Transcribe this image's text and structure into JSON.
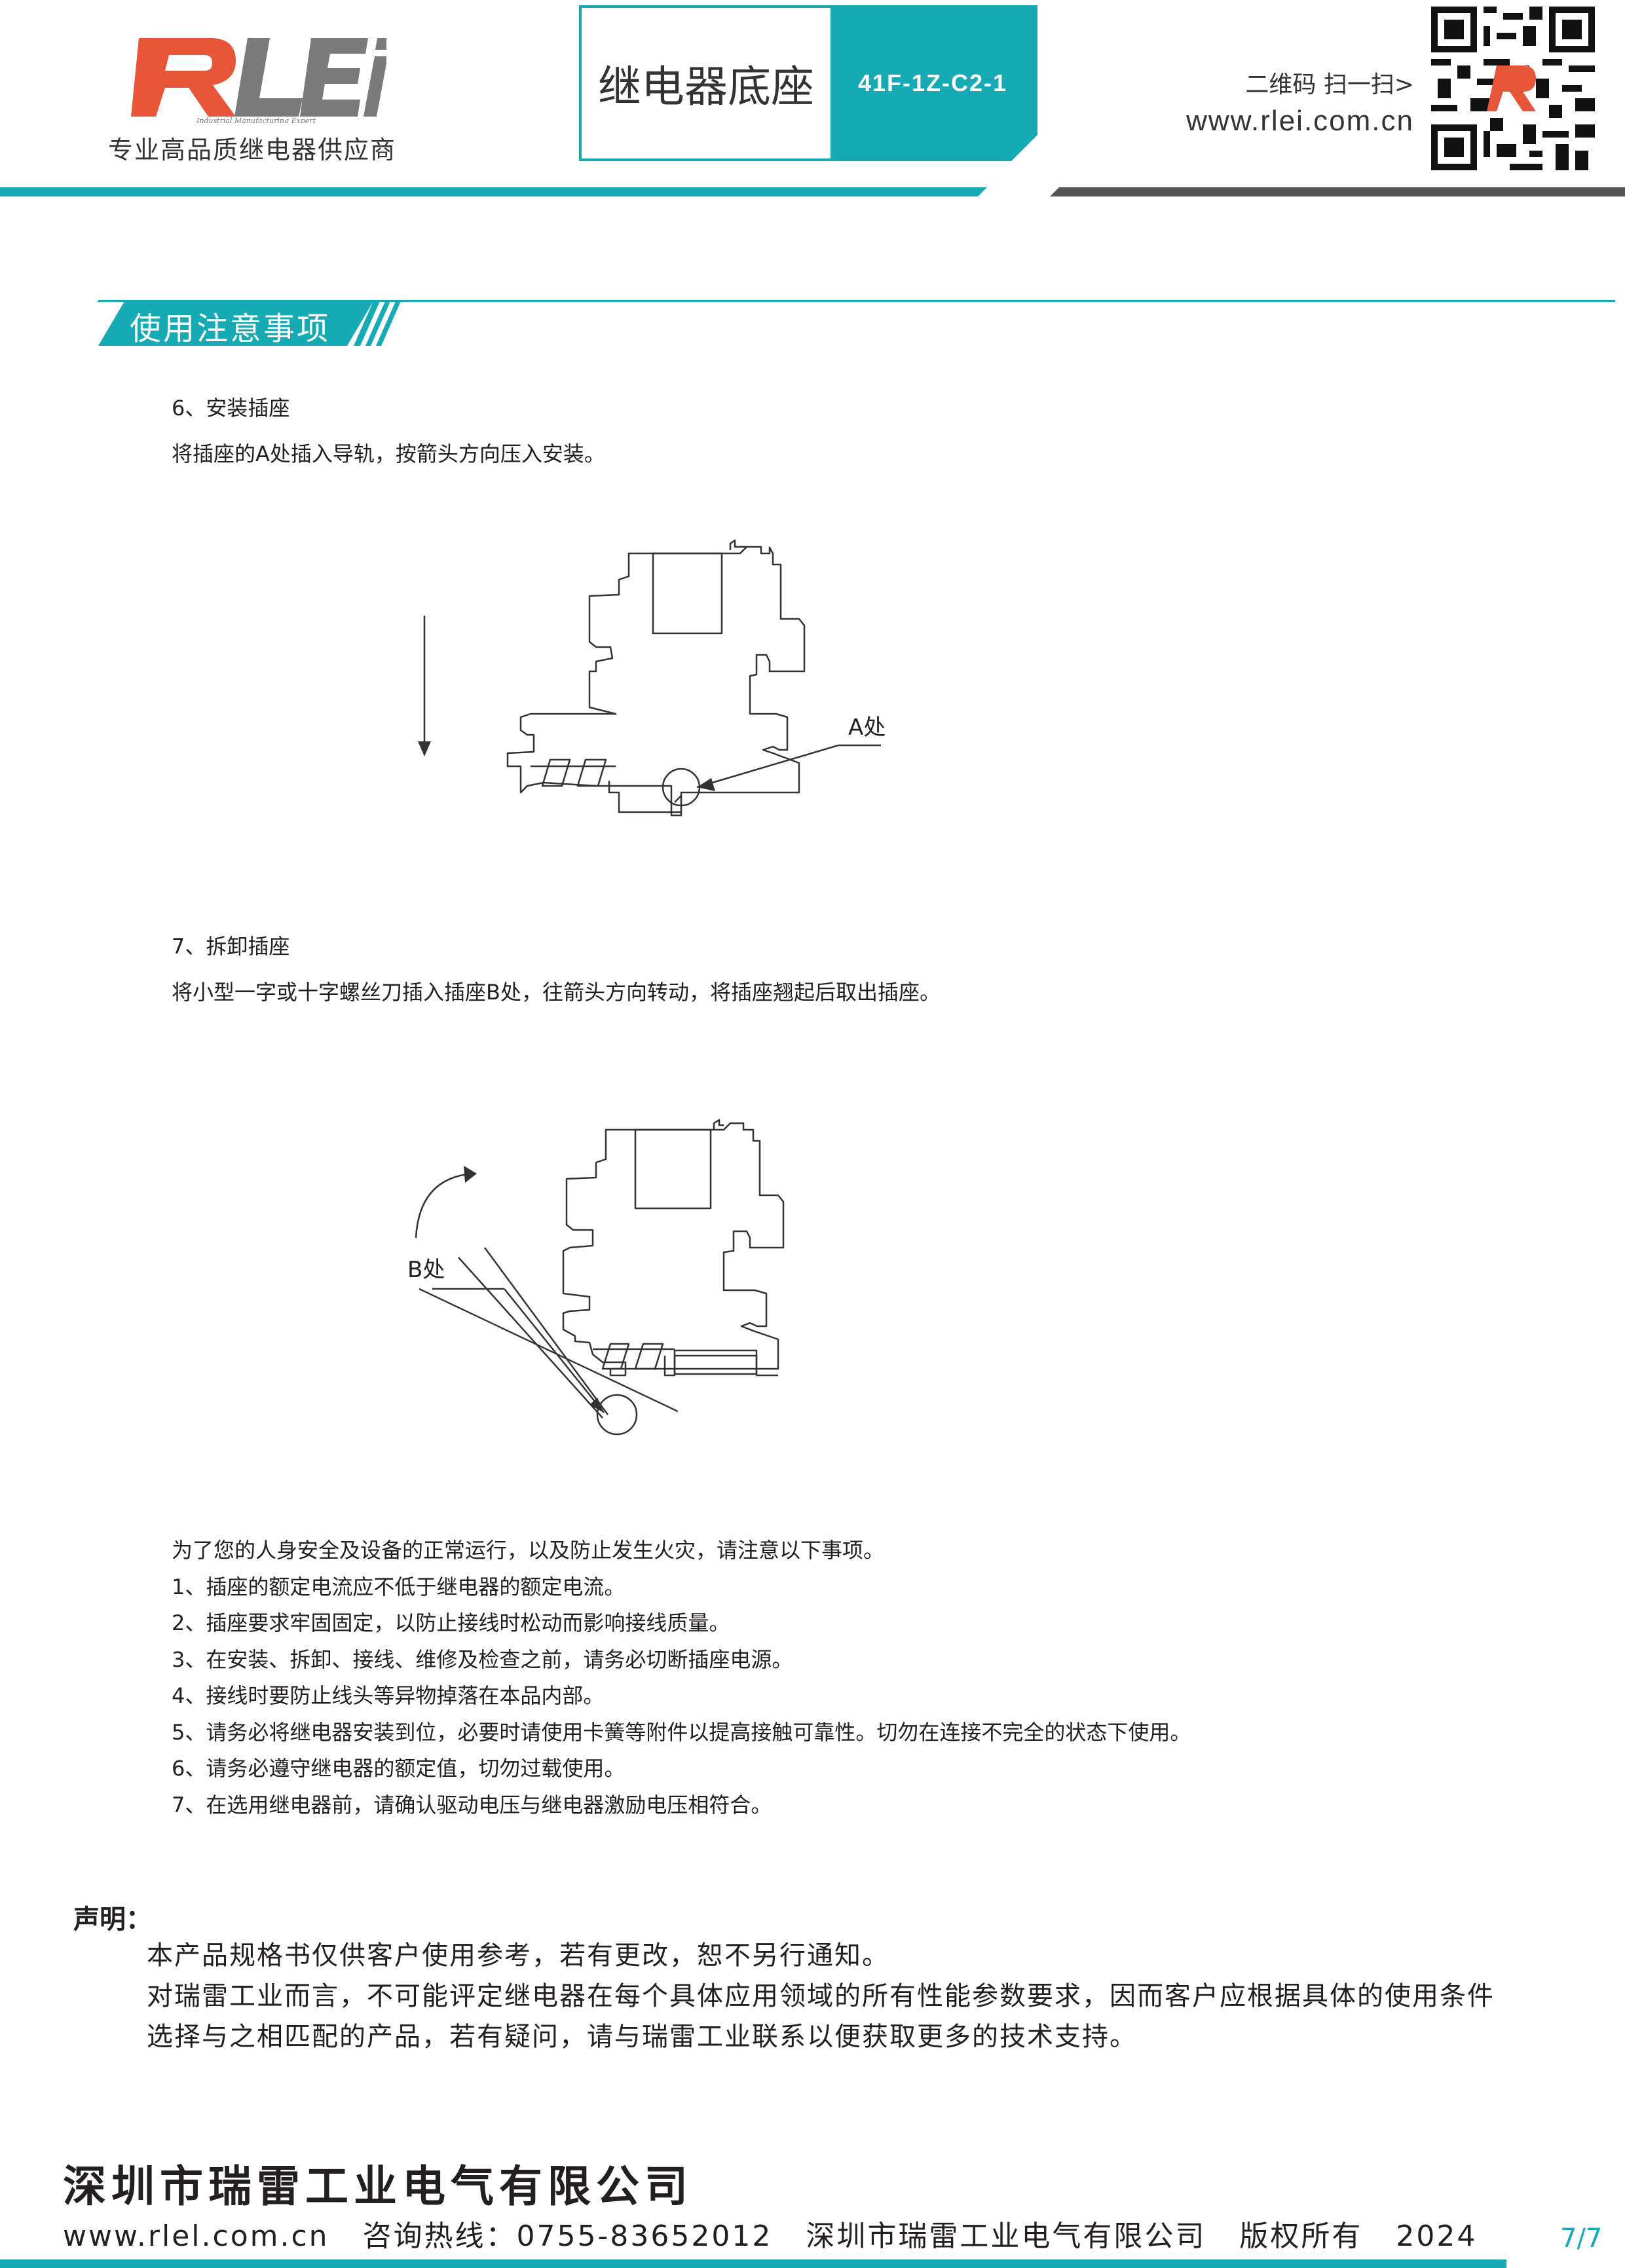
{
  "header": {
    "logo_text": "RLEi",
    "logo_subtext": "Industrial Manufacturing Expert",
    "tagline": "专业高品质继电器供应商",
    "product_title": "继电器底座",
    "model": "41F-1Z-C2-1",
    "qr_prompt": "二维码 扫一扫>",
    "website": "www.rlei.com.cn"
  },
  "section": {
    "title": "使用注意事项"
  },
  "install": {
    "heading": "6、安装插座",
    "desc": "将插座的A处插入导轨，按箭头方向压入安装。",
    "callout": "A处"
  },
  "remove": {
    "heading": "7、拆卸插座",
    "desc": "将小型一字或十字螺丝刀插入插座B处，往箭头方向转动，将插座翘起后取出插座。",
    "callout": "B处"
  },
  "notes": [
    "为了您的人身安全及设备的正常运行，以及防止发生火灾，请注意以下事项。",
    "1、插座的额定电流应不低于继电器的额定电流。",
    "2、插座要求牢固固定，以防止接线时松动而影响接线质量。",
    "3、在安装、拆卸、接线、维修及检查之前，请务必切断插座电源。",
    "4、接线时要防止线头等异物掉落在本品内部。",
    "5、请务必将继电器安装到位，必要时请使用卡簧等附件以提高接触可靠性。切勿在连接不完全的状态下使用。",
    "6、请务必遵守继电器的额定值，切勿过载使用。",
    "7、在选用继电器前，请确认驱动电压与继电器激励电压相符合。"
  ],
  "statement": {
    "label": "声明：",
    "lines": [
      "本产品规格书仅供客户使用参考，若有更改，恕不另行通知。",
      "对瑞雷工业而言，不可能评定继电器在每个具体应用领域的所有性能参数要求，因而客户应根据具体的使用条件",
      "选择与之相匹配的产品，若有疑问，请与瑞雷工业联系以便获取更多的技术支持。"
    ]
  },
  "footer": {
    "company": "深圳市瑞雷工业电气有限公司",
    "website": "www.rlel.com.cn",
    "hotline": "咨询热线：0755-83652012",
    "company_short": "深圳市瑞雷工业电气有限公司",
    "rights": "版权所有",
    "year": "2024",
    "page": "7/7"
  },
  "colors": {
    "accent": "#16aab4",
    "logo_red": "#e8563a",
    "logo_gray": "#7a7a7a",
    "text": "#231f20"
  }
}
